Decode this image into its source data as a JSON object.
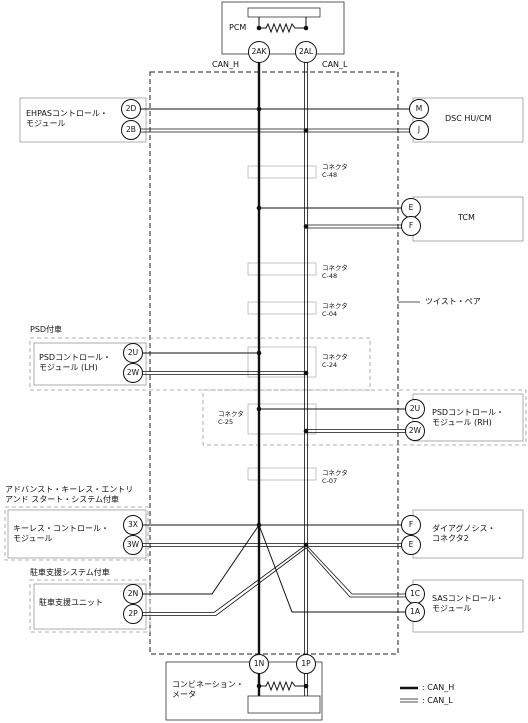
{
  "modules": {
    "pcm": "PCM",
    "ehpas": "EHPASコントロール・\nモジュール",
    "dsc": "DSC HU/CM",
    "tcm": "TCM",
    "psd_lh": "PSDコントロール・\nモジュール (LH)",
    "psd_rh": "PSDコントロール・\nモジュール (RH)",
    "keyless": "キーレス・コントロール・\nモジュール",
    "diag": "ダイアグノシス・\nコネクタ2",
    "parking": "駐車支援ユニット",
    "sas": "SASコントロール・\nモジュール",
    "meter": "コンビネーション・\nメータ"
  },
  "groups": {
    "psd": "PSD付車",
    "keyless": "アドバンスト・キーレス・エントリ\nアンド スタート・システム付車",
    "parking": "駐車支援システム付車"
  },
  "bus_labels": {
    "can_h": "CAN_H",
    "can_l": "CAN_L",
    "twist": "ツイスト・ペア"
  },
  "pins": {
    "pcm_h": "2AK",
    "pcm_l": "2AL",
    "ehpas_h": "2D",
    "ehpas_l": "2B",
    "dsc_h": "M",
    "dsc_l": "J",
    "tcm_h": "E",
    "tcm_l": "F",
    "psdlh_h": "2U",
    "psdlh_l": "2W",
    "psdrh_h": "2U",
    "psdrh_l": "2W",
    "keyless_h": "3X",
    "keyless_l": "3W",
    "diag_h": "F",
    "diag_l": "E",
    "park_h": "2N",
    "park_l": "2P",
    "sas_h": "1C",
    "sas_l": "1A",
    "meter_h": "1N",
    "meter_l": "1P"
  },
  "connectors": {
    "c48a": "コネクタ\nC-48",
    "c48b": "コネクタ\nC-48",
    "c04": "コネクタ\nC-04",
    "c24": "コネクタ\nC-24",
    "c25": "コネクタ\nC-25",
    "c07": "コネクタ\nC-07"
  },
  "legend": {
    "can_h": ": CAN_H",
    "can_l": ": CAN_L"
  }
}
